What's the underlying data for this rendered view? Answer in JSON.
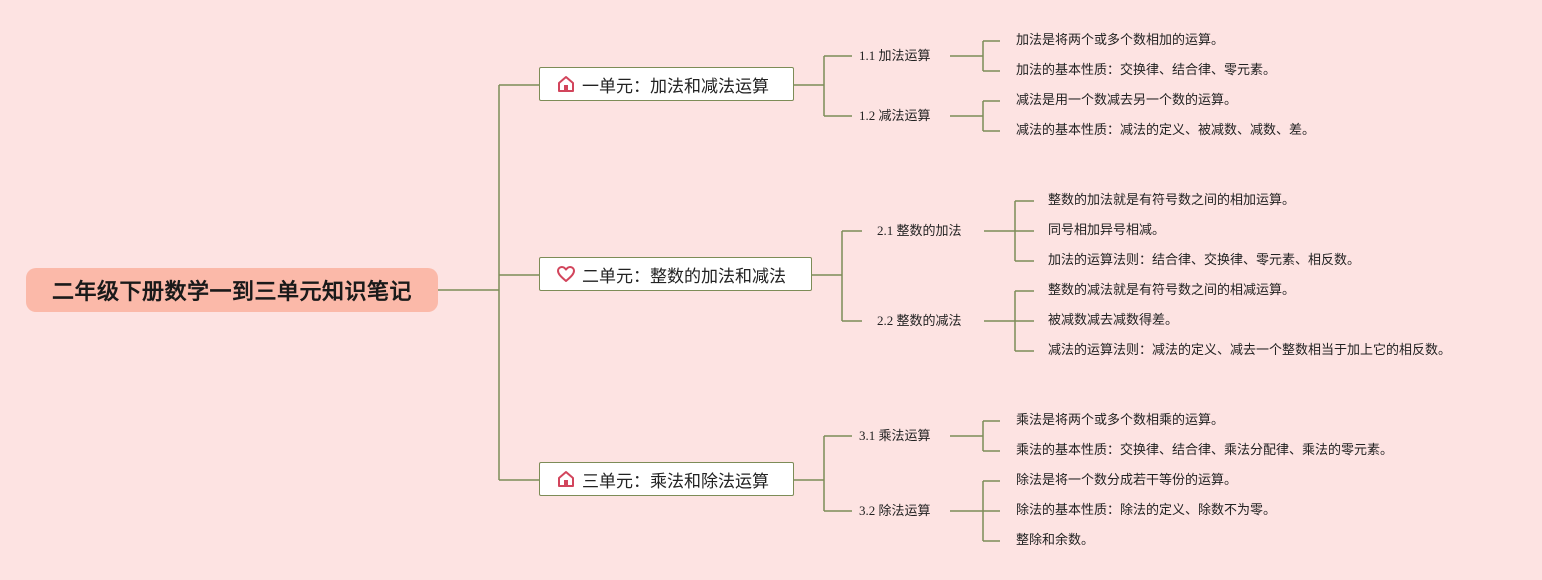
{
  "title": "二年级下册数学一到三单元知识笔记",
  "colors": {
    "background": "#fde3e2",
    "root_fill": "#fbb9a9",
    "branch_line": "#7d8c57",
    "icon_red": "#d2455c"
  },
  "units": [
    {
      "label": "一单元：加法和减法运算",
      "icon": "home-icon",
      "subtopics": [
        {
          "label": "1.1 加法运算",
          "points": [
            "加法是将两个或多个数相加的运算。",
            "加法的基本性质：交换律、结合律、零元素。"
          ]
        },
        {
          "label": "1.2 减法运算",
          "points": [
            "减法是用一个数减去另一个数的运算。",
            "减法的基本性质：减法的定义、被减数、减数、差。"
          ]
        }
      ]
    },
    {
      "label": "二单元：整数的加法和减法",
      "icon": "heart-icon",
      "subtopics": [
        {
          "label": "2.1 整数的加法",
          "points": [
            "整数的加法就是有符号数之间的相加运算。",
            "同号相加异号相减。",
            "加法的运算法则：结合律、交换律、零元素、相反数。"
          ]
        },
        {
          "label": "2.2 整数的减法",
          "points": [
            "整数的减法就是有符号数之间的相减运算。",
            "被减数减去减数得差。",
            "减法的运算法则：减法的定义、减去一个整数相当于加上它的相反数。"
          ]
        }
      ]
    },
    {
      "label": "三单元：乘法和除法运算",
      "icon": "home-icon",
      "subtopics": [
        {
          "label": "3.1 乘法运算",
          "points": [
            "乘法是将两个或多个数相乘的运算。",
            "乘法的基本性质：交换律、结合律、乘法分配律、乘法的零元素。"
          ]
        },
        {
          "label": "3.2 除法运算",
          "points": [
            "除法是将一个数分成若干等份的运算。",
            "除法的基本性质：除法的定义、除数不为零。",
            "整除和余数。"
          ]
        }
      ]
    }
  ]
}
